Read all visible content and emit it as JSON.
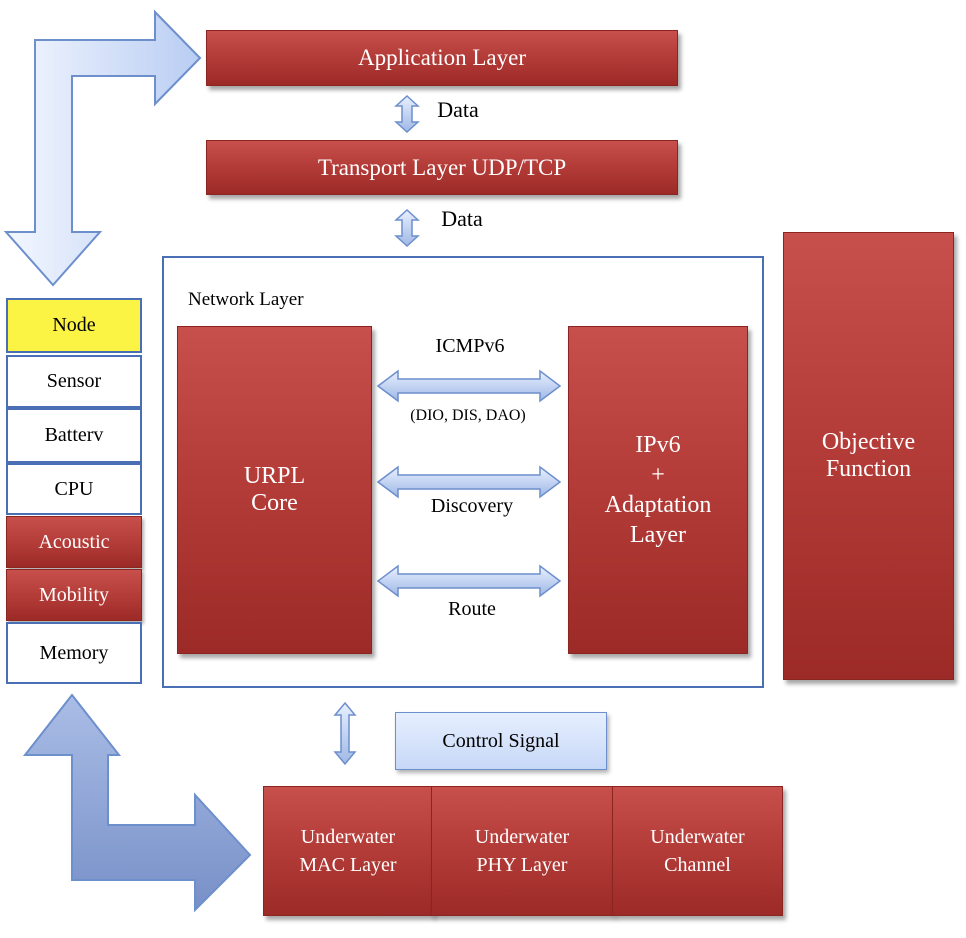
{
  "layers": {
    "application": "Application Layer",
    "transport": "Transport Layer UDP/TCP",
    "data_label_1": "Data",
    "data_label_2": "Data"
  },
  "network": {
    "title": "Network Layer",
    "urpl_core": "URPL\nCore",
    "ipv6_adaptation": "IPv6\n+\nAdaptation\nLayer",
    "icmpv6": "ICMPv6",
    "icmp_messages": "(DIO, DIS, DAO)",
    "discovery": "Discovery",
    "route": "Route"
  },
  "objective_function": "Objective\nFunction",
  "control_signal": "Control Signal",
  "underwater": {
    "mac": "Underwater\nMAC Layer",
    "phy": "Underwater\nPHY Layer",
    "channel": "Underwater\nChannel"
  },
  "node_stack": {
    "node": "Node",
    "sensor": "Sensor",
    "battery": "Batterv",
    "cpu": "CPU",
    "acoustic": "Acoustic",
    "mobility": "Mobility",
    "memory": "Memory"
  },
  "colors": {
    "layer_red": "#b53d39",
    "node_yellow": "#fbf444",
    "border_blue": "#4a6fb5",
    "arrow_light_blue": "#c7d8f7",
    "arrow_dark_blue": "#8aa2d6"
  }
}
